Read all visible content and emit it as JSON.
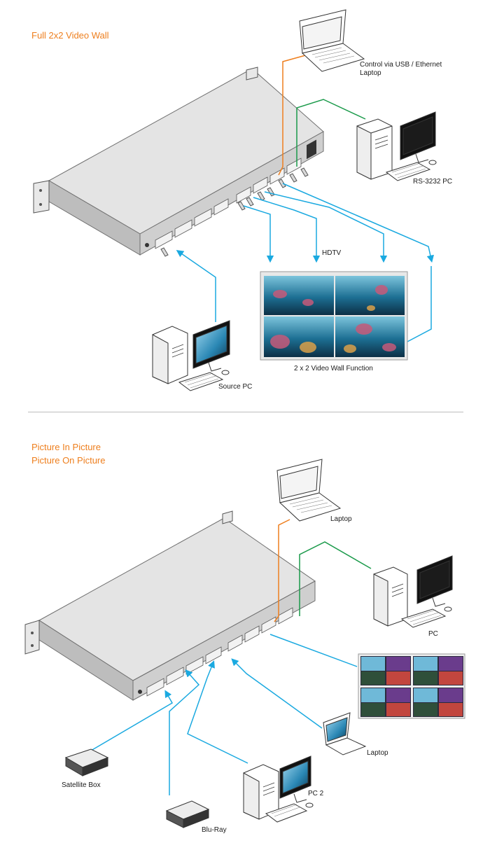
{
  "sections": {
    "videowall": {
      "title": "Full 2x2 Video Wall",
      "labels": {
        "control": "Control via USB / Ethernet",
        "control_sub": "Laptop",
        "rs232_pc": "RS-3232 PC",
        "hdtv": "HDTV",
        "wall_caption": "2 x 2 Video Wall Function",
        "source_pc": "Source PC"
      }
    },
    "pip": {
      "title_line1": "Picture In Picture",
      "title_line2": "Picture On Picture",
      "labels": {
        "laptop_top": "Laptop",
        "pc": "PC",
        "laptop_right": "Laptop",
        "pc2": "PC 2",
        "satellite": "Satellite Box",
        "bluray": "Blu-Ray"
      }
    }
  },
  "colors": {
    "title": "#ee7f1e",
    "cable_video": "#1aa9e0",
    "cable_network": "#1a9a4a",
    "cable_usb": "#ee7f1e",
    "chassis_top": "#e3e3e3",
    "chassis_front": "#cfcfcf"
  }
}
